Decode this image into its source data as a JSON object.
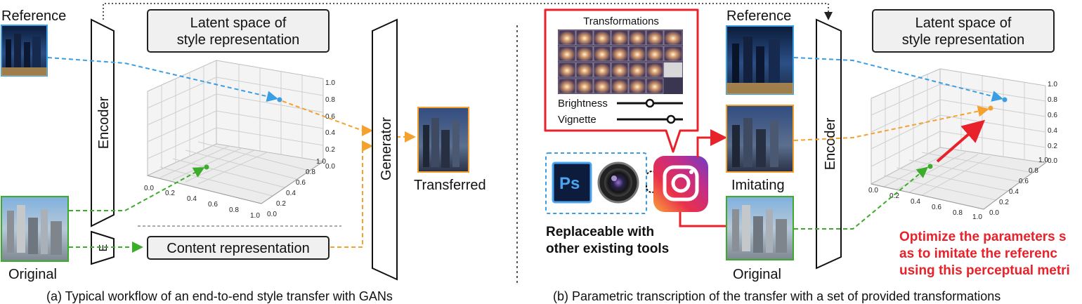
{
  "left": {
    "reference_label": "Reference",
    "original_label": "Original",
    "encoder_label": "Encoder",
    "encoder_small_label": "E",
    "generator_label": "Generator",
    "transferred_label": "Transferred",
    "latent_title_line1": "Latent space of",
    "latent_title_line2": "style representation",
    "content_label": "Content representation",
    "caption": "(a) Typical workflow of an end-to-end style transfer with GANs"
  },
  "right": {
    "reference_label": "Reference",
    "imitating_label": "Imitating",
    "original_label": "Original",
    "encoder_label": "Encoder",
    "latent_title_line1": "Latent space of",
    "latent_title_line2": "style representation",
    "transformations_title": "Transformations",
    "slider_brightness": "Brightness",
    "slider_vignette": "Vignette",
    "ps_label": "Ps",
    "replaceable_line1": "Replaceable with",
    "replaceable_line2": "other existing tools",
    "optimize_line1": "Optimize the parameters s",
    "optimize_line2": "as to imitate the referenc",
    "optimize_line3": "using this perceptual metri",
    "caption": "(b) Parametric transcription of the transfer with a set of provided transformations"
  },
  "axis_ticks": {
    "vertical": [
      "1.0",
      "0.8",
      "0.6",
      "0.4",
      "0.2",
      "0.0"
    ],
    "front": [
      "0.0",
      "0.2",
      "0.4",
      "0.6",
      "0.8",
      "1.0"
    ],
    "side": [
      "0.0",
      "0.2",
      "0.4",
      "0.6",
      "0.8",
      "1.0"
    ]
  },
  "colors": {
    "reference_blue": "#3a9ee4",
    "original_green": "#3cad2a",
    "transfer_orange": "#f5a12d",
    "highlight_red": "#e8212a"
  }
}
